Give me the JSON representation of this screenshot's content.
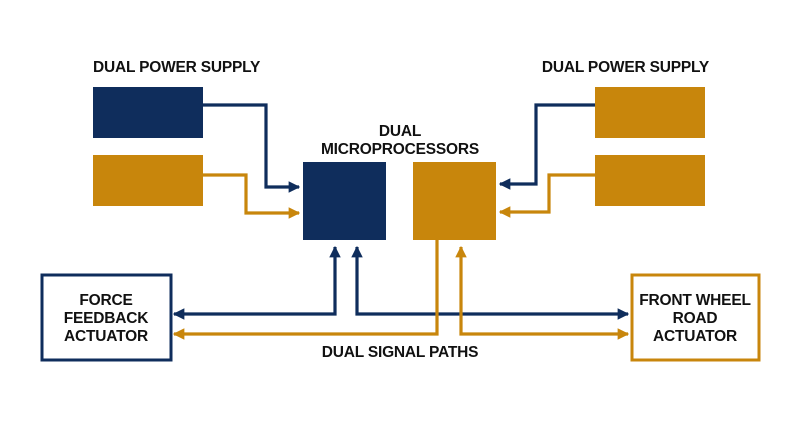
{
  "labels": {
    "power_left": "DUAL POWER SUPPLY",
    "power_right": "DUAL POWER SUPPLY",
    "micro_line1": "DUAL",
    "micro_line2": "MICROPROCESSORS",
    "signal_paths": "DUAL SIGNAL PATHS",
    "force_line1": "FORCE",
    "force_line2": "FEEDBACK",
    "force_line3": "ACTUATOR",
    "road_line1": "FRONT WHEEL",
    "road_line2": "ROAD",
    "road_line3": "ACTUATOR"
  },
  "colors": {
    "navy": "#0f2d5c",
    "gold": "#c8860c",
    "text": "#111111",
    "background": "#ffffff"
  }
}
